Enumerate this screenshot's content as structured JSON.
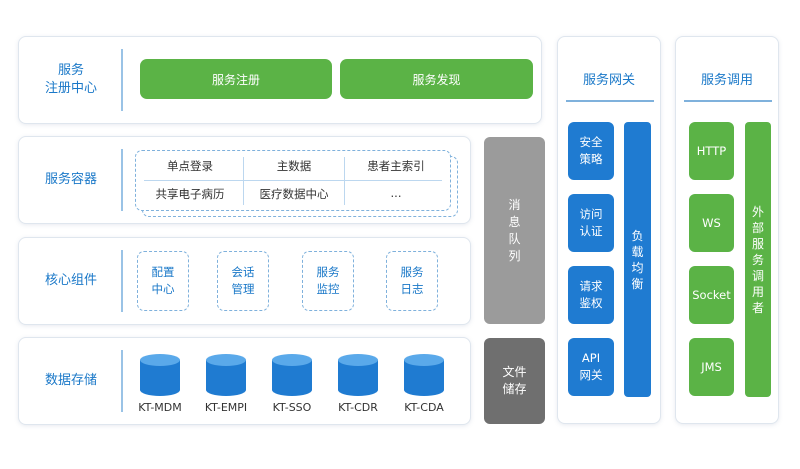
{
  "registry": {
    "label_line1": "服务",
    "label_line2": "注册中心",
    "btn_register": "服务注册",
    "btn_discover": "服务发现"
  },
  "container": {
    "label": "服务容器",
    "row1": [
      "单点登录",
      "主数据",
      "患者主索引"
    ],
    "row2": [
      "共享电子病历",
      "医疗数据中心",
      "..."
    ]
  },
  "core": {
    "label": "核心组件",
    "items": [
      {
        "l1": "配置",
        "l2": "中心"
      },
      {
        "l1": "会话",
        "l2": "管理"
      },
      {
        "l1": "服务",
        "l2": "监控"
      },
      {
        "l1": "服务",
        "l2": "日志"
      }
    ]
  },
  "storage": {
    "label": "数据存储",
    "dbs": [
      "KT-MDM",
      "KT-EMPI",
      "KT-SSO",
      "KT-CDR",
      "KT-CDA"
    ]
  },
  "mq": {
    "chars": [
      "消",
      "息",
      "队",
      "列"
    ]
  },
  "file_storage": {
    "l1": "文件",
    "l2": "储存"
  },
  "gateway": {
    "title": "服务网关",
    "items": [
      {
        "l1": "安全",
        "l2": "策略"
      },
      {
        "l1": "访问",
        "l2": "认证"
      },
      {
        "l1": "请求",
        "l2": "鉴权"
      },
      {
        "l1": "API",
        "l2": "网关"
      }
    ],
    "lb_chars": [
      "负",
      "载",
      "均",
      "衡"
    ]
  },
  "invoke": {
    "title": "服务调用",
    "items": [
      "HTTP",
      "WS",
      "Socket",
      "JMS"
    ],
    "ext_chars": [
      "外",
      "部",
      "服",
      "务",
      "调",
      "用",
      "者"
    ]
  },
  "colors": {
    "green": "#5bb346",
    "blue": "#1f7bd1",
    "accent": "#1a78c8",
    "gray": "#9b9b9b",
    "darkgray": "#6f6f6f"
  }
}
